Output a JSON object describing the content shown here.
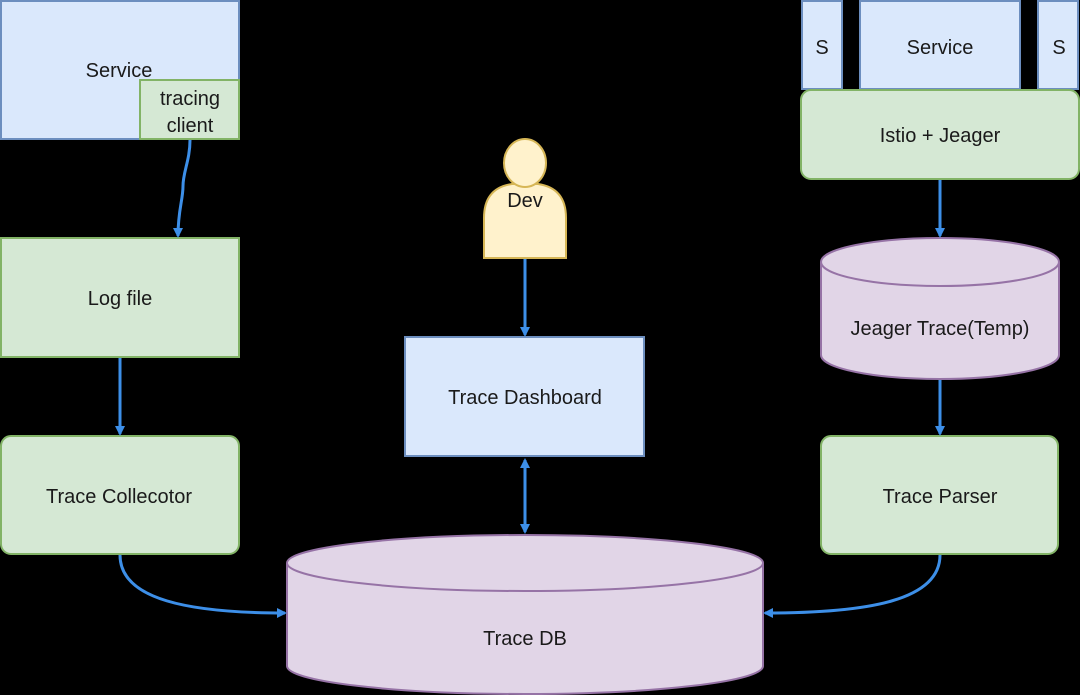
{
  "nodes": {
    "service_left": "Service",
    "tracing_client_line1": "tracing",
    "tracing_client_line2": "client",
    "log_file": "Log file",
    "trace_collector": "Trace Collecotor",
    "dev": "Dev",
    "trace_dashboard": "Trace Dashboard",
    "trace_db": "Trace DB",
    "s_left": "S",
    "service_right": "Service",
    "s_right": "S",
    "istio_jeager": "Istio + Jeager",
    "jeager_trace_temp": "Jeager Trace(Temp)",
    "trace_parser": "Trace Parser"
  },
  "colors": {
    "background": "#000000",
    "blue_fill": "#dae8fc",
    "blue_stroke": "#6c8ebf",
    "green_fill": "#d5e8d4",
    "green_stroke": "#82b366",
    "purple_fill": "#e1d5e7",
    "purple_stroke": "#9673a6",
    "yellow_fill": "#fff2cc",
    "yellow_stroke": "#d6b656",
    "arrow": "#3d8fe8"
  }
}
